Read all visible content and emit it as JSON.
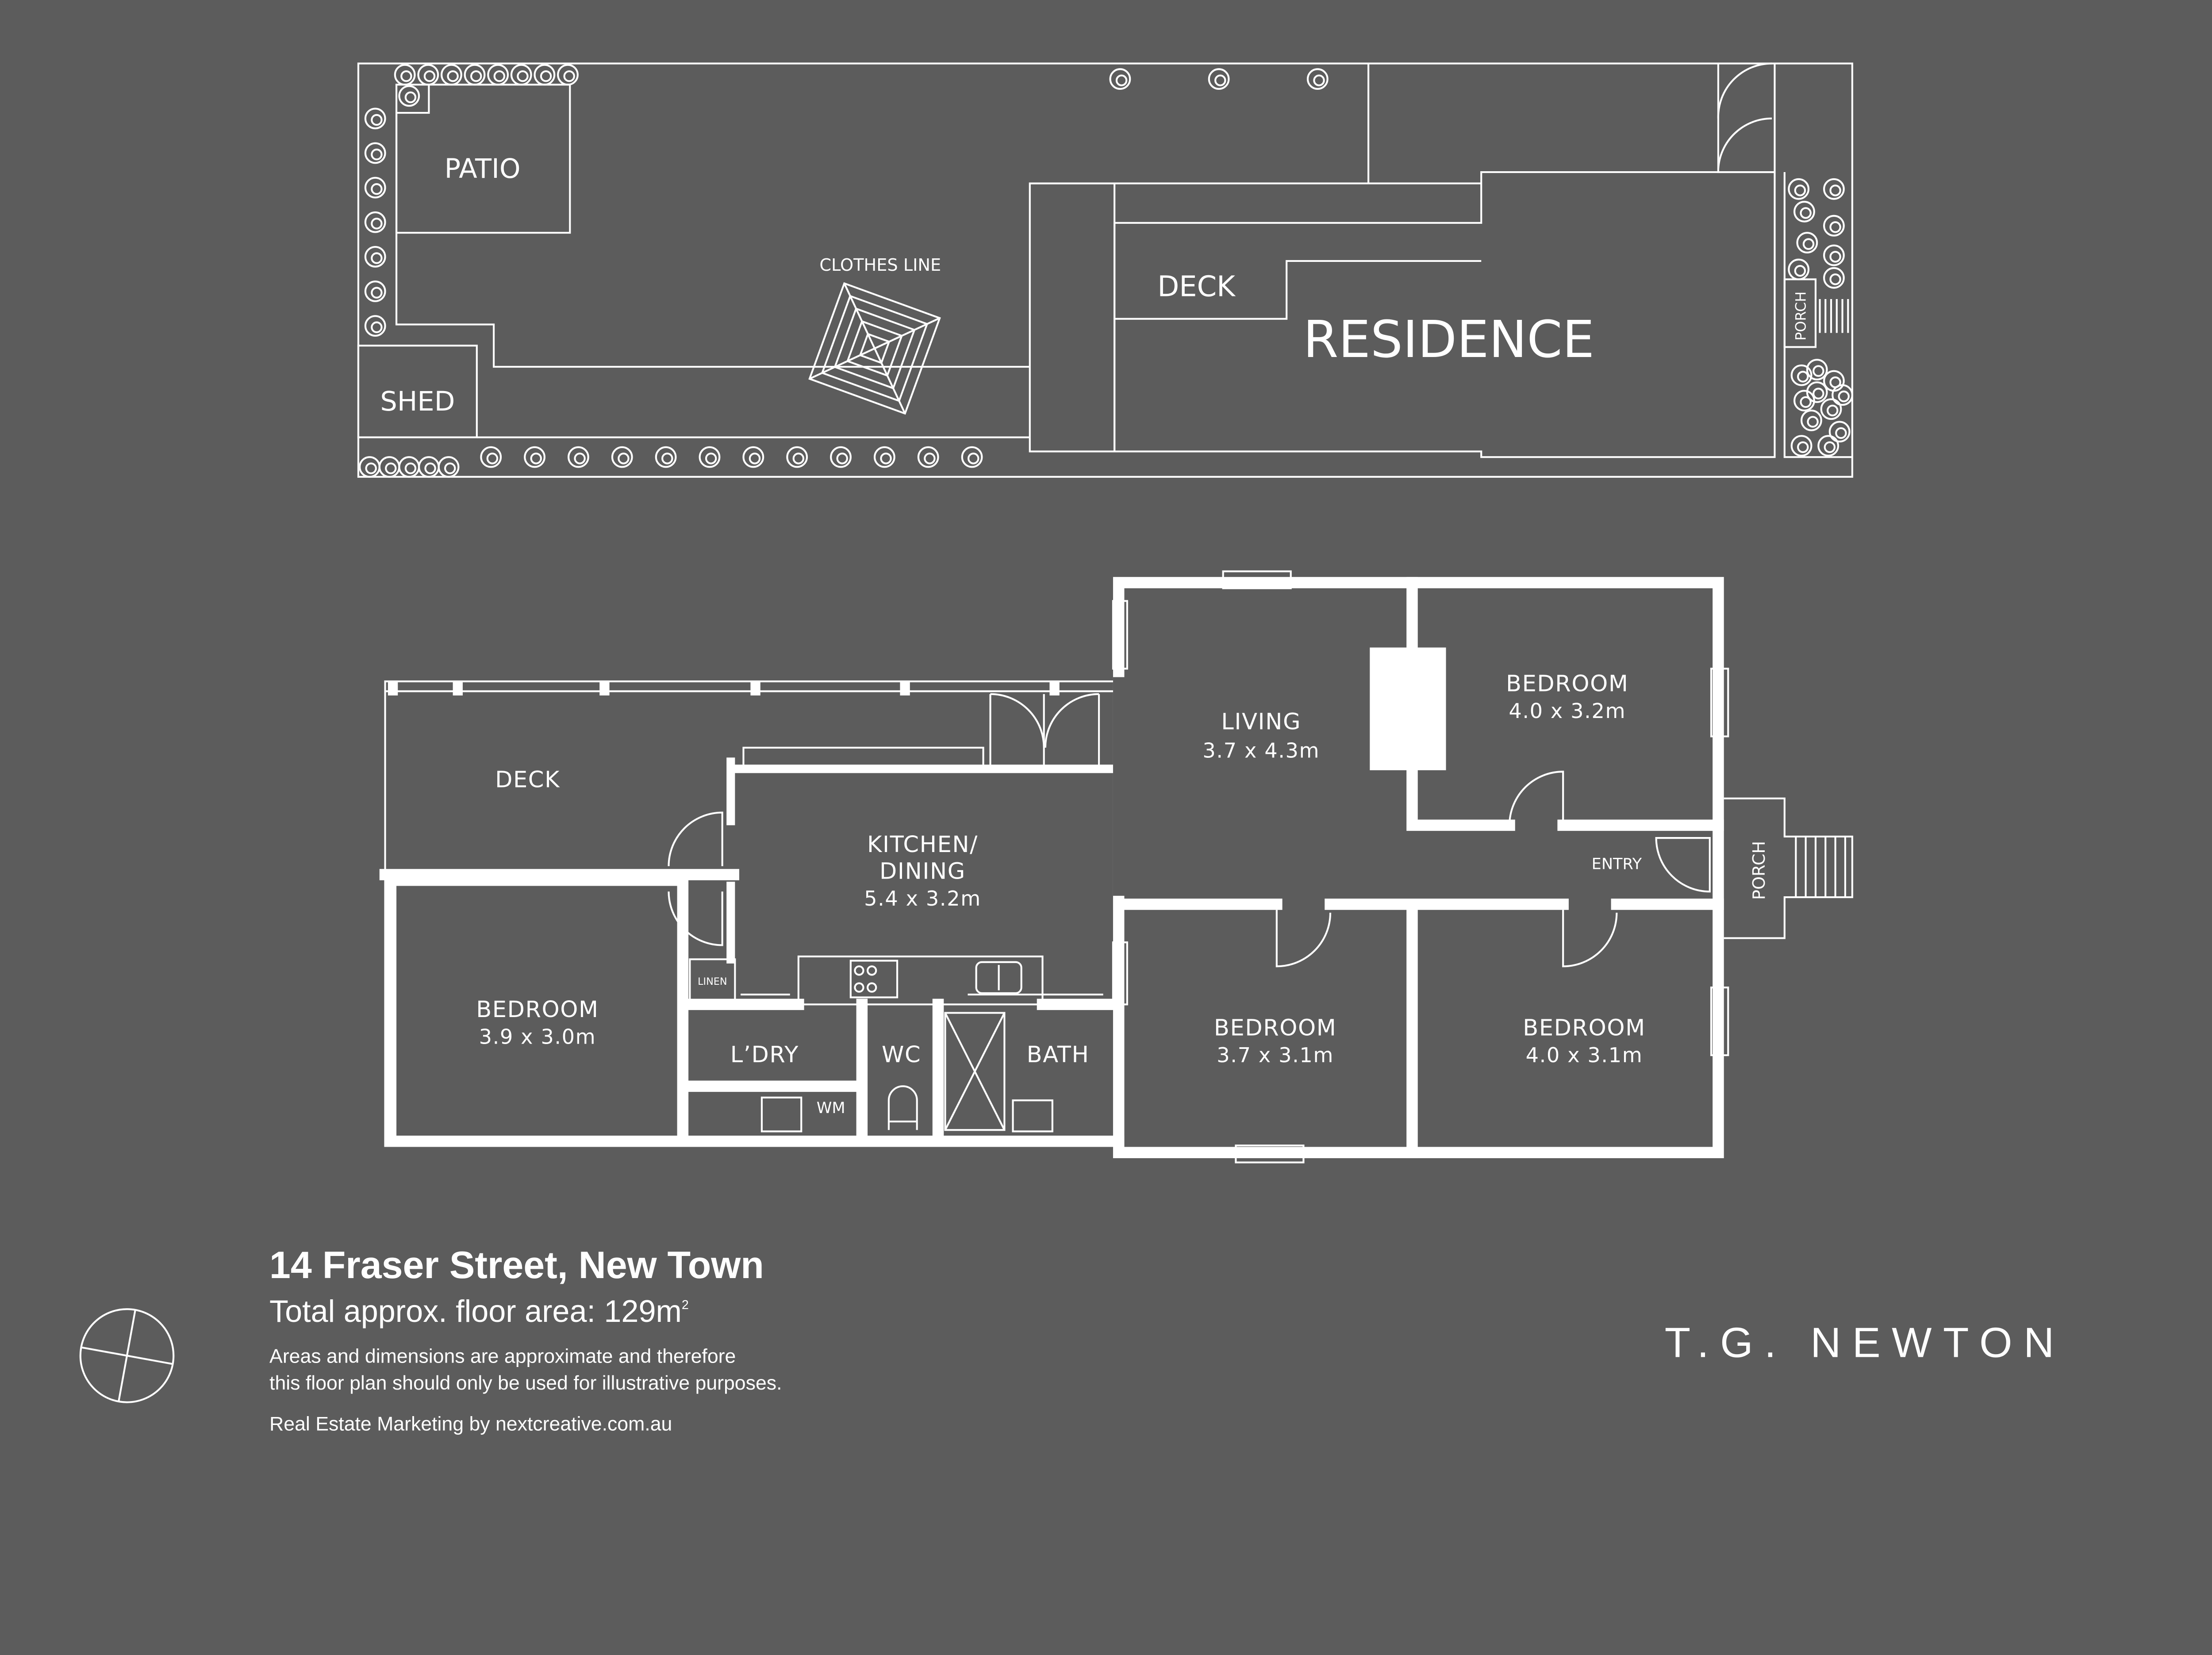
{
  "site_plan": {
    "patio": "PATIO",
    "clothes_line": "CLOTHES LINE",
    "deck": "DECK",
    "residence": "RESIDENCE",
    "shed": "SHED",
    "porch": "PORCH"
  },
  "floor_plan": {
    "deck": "DECK",
    "kitchen_line1": "KITCHEN/",
    "kitchen_line2": "DINING",
    "kitchen_dim": "5.4 x 3.2m",
    "living": "LIVING",
    "living_dim": "3.7 x 4.3m",
    "bedroom1": "BEDROOM",
    "bedroom1_dim": "4.0 x 3.2m",
    "entry": "ENTRY",
    "porch": "PORCH",
    "bedroom_left": "BEDROOM",
    "bedroom_left_dim": "3.9 x 3.0m",
    "linen": "LINEN",
    "laundry": "L’DRY",
    "wm": "WM",
    "wc": "WC",
    "bath": "BATH",
    "bedroom2": "BEDROOM",
    "bedroom2_dim": "3.7 x 3.1m",
    "bedroom3": "BEDROOM",
    "bedroom3_dim": "4.0 x 3.1m"
  },
  "info": {
    "address": "14 Fraser Street, New Town",
    "area_label": "Total approx. floor area: 129m",
    "area_sup": "2",
    "disclaimer_1": "Areas and dimensions are approximate and therefore",
    "disclaimer_2": "this floor plan should only be used for illustrative purposes.",
    "credit": "Real Estate Marketing by nextcreative.com.au"
  },
  "brand": {
    "logo": "T.G. NEWTON"
  },
  "colors": {
    "background": "#5c5c5c",
    "lines": "#ffffff"
  }
}
